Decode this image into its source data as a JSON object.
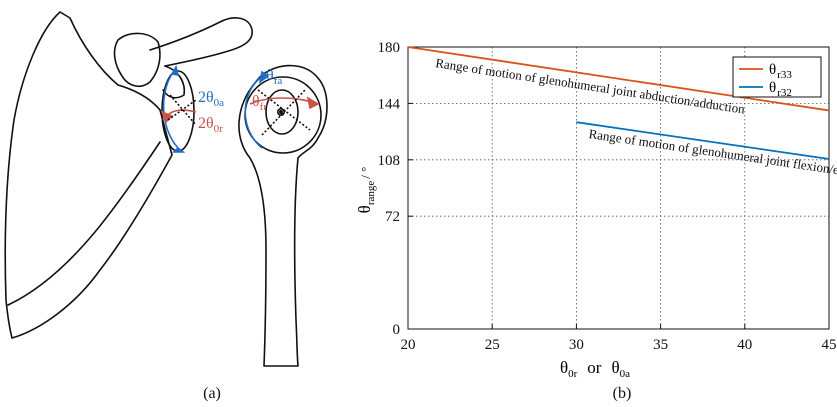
{
  "panel_a": {
    "caption": "(a)",
    "labels": {
      "two_theta_0a": {
        "main": "2θ",
        "sub": "0a"
      },
      "two_theta_0r": {
        "main": "2θ",
        "sub": "0r"
      },
      "theta_fa": {
        "main": "θ",
        "sub": "fa"
      },
      "theta_fr": {
        "main": "θ",
        "sub": "fr"
      }
    },
    "colors": {
      "blue": "#1f6fc2",
      "red": "#c9524a",
      "outline": "#111111"
    }
  },
  "panel_b": {
    "caption": "(b)",
    "xlabel": {
      "p1": "θ",
      "s1": "0r",
      "mid": "or",
      "p2": "θ",
      "s2": "0a"
    },
    "ylabel": {
      "main": "θ",
      "sub": "range",
      "unit": "/ °"
    }
  },
  "chart_data": {
    "type": "line",
    "xlim": [
      20,
      45
    ],
    "ylim": [
      0,
      180
    ],
    "xticks": [
      20,
      25,
      30,
      35,
      40,
      45
    ],
    "yticks": [
      0,
      72,
      108,
      144,
      180
    ],
    "grid": "dotted",
    "legend_position": "top-right",
    "series": [
      {
        "name": "θ r33",
        "legend_main": "θ",
        "legend_sub": "r33",
        "color": "#d95319",
        "x": [
          20,
          45
        ],
        "y": [
          180,
          139.5
        ],
        "annotation": "Range of motion of glenohumeral joint abduction/adduction"
      },
      {
        "name": "θ r32",
        "legend_main": "θ",
        "legend_sub": "r32",
        "color": "#0072bd",
        "x": [
          30,
          45
        ],
        "y": [
          132,
          108.5
        ],
        "annotation": "Range of motion of glenohumeral joint flexion/extention"
      }
    ]
  }
}
